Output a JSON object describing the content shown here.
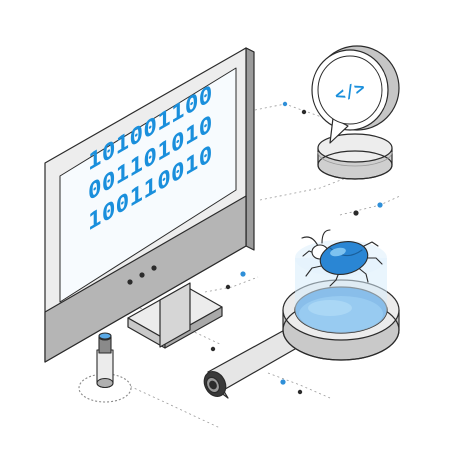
{
  "screen": {
    "lines": [
      "101001100",
      "001101010",
      "100110010"
    ]
  },
  "code_badge": {
    "symbol": "</>"
  },
  "colors": {
    "accent": "#1a8fdc",
    "accent_light": "#6cc0f2",
    "outline": "#2b2b2b",
    "grey_dark": "#8a8a8a",
    "grey_mid": "#c9c9c9",
    "grey_light": "#ececec"
  },
  "icons": [
    "monitor-icon",
    "code-bubble-icon",
    "magnifier-icon",
    "bug-icon",
    "usb-stick-icon"
  ]
}
